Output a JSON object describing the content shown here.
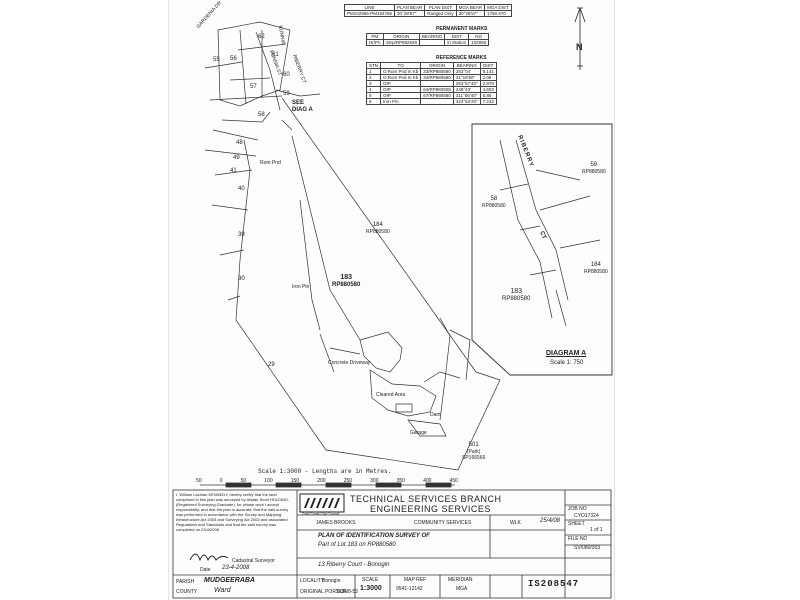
{
  "top_table": {
    "headers": [
      "LINE",
      "PLAN BEAR",
      "PLAN DIST",
      "MGA BEAR",
      "MGA DIST"
    ],
    "rows": [
      [
        "PM102956-PM184786",
        "30°28'57\"",
        "Ranged Only",
        "30°28'57\"",
        "1780.570"
      ]
    ]
  },
  "permanent_marks": {
    "title": "PERMANENT MARKS",
    "headers": [
      "PM",
      "ORIGIN",
      "BEARING",
      "DIST",
      "NO"
    ],
    "rows": [
      [
        "Hr/Pn",
        "43rp/RP882928",
        "",
        "in Station",
        "102956"
      ]
    ]
  },
  "reference_marks": {
    "title": "REFERENCE MARKS",
    "headers": [
      "STN",
      "TO",
      "ORIGIN",
      "BEARING",
      "DIST"
    ],
    "rows": [
      [
        "1",
        "O.Rom Pnd In Kb",
        "33/RP880580",
        "253°04'",
        "9.141"
      ],
      [
        "2",
        "O.Rom Pnd In Kb",
        "34/RP880580",
        "31°18'50\"",
        "2.08"
      ],
      [
        "3",
        "OIP",
        "",
        "253°57'40\"",
        "2.879"
      ],
      [
        "4",
        "OIP",
        "64/RP882928",
        "249°43'",
        "4.603"
      ],
      [
        "5",
        "OIP",
        "67/RP880580",
        "311°06'40\"",
        "6.85"
      ],
      [
        "6",
        "Iron Pin",
        "",
        "324°53'20\"",
        "7.242"
      ]
    ]
  },
  "north_label": "N",
  "map": {
    "roads": [
      "GARDENIA DR",
      "KUNNIA ST",
      "RIBERRY CT",
      "KUNNIA"
    ],
    "lots_left": [
      "62",
      "61",
      "55",
      "56",
      "60",
      "57",
      "58",
      "59",
      "48",
      "49",
      "41",
      "40",
      "39",
      "30",
      "29"
    ],
    "see_diag": [
      "SEE",
      "DIAG A"
    ],
    "lot_184": "184",
    "lot_184_plan": "RP880580",
    "lot_183": "183",
    "lot_183_plan": "RP880580",
    "lot_501": "501",
    "lot_501_sub": "(Park)",
    "lot_501_plan": "SP166566",
    "misc_labels": [
      "Rom Pnd",
      "Iron Pin",
      "Concrete Driveway",
      "Cleared Area",
      "Dam",
      "Garage"
    ]
  },
  "diagram": {
    "road": "RIBERRY",
    "road_ct": "CT",
    "lot_59": "59",
    "lot_59_plan": "RP880580",
    "lot_58": "58",
    "lot_58_plan": "RP880580",
    "lot_184": "184",
    "lot_184_plan": "RP880580",
    "lot_183": "183",
    "lot_183_plan": "RP880580",
    "title": "DIAGRAM A",
    "scale": "Scale 1: 750"
  },
  "scale_bar": {
    "caption": "Scale 1:3000 - Lengths are in Metres.",
    "ticks": [
      "50",
      "0",
      "50",
      "100",
      "150",
      "200",
      "250",
      "300",
      "350",
      "400",
      "450"
    ]
  },
  "title_block": {
    "cert_text": "I, William Lachlan KENNEDY, hereby certify that the land comprised in this plan was surveyed by Alistair Scott HOLDING, (Registered Surveying Graduate), for whose work I accept responsibility, and that the plan is accurate, that the said survey was performed in accordance with the Survey and Mapping Infrastructure Act 2003 and Surveying Act 2003 and associated Regulations and Standards and that the said survey was completed on 23/4/2008",
    "signature_label": "Cadastral Surveyor",
    "date_label": "Date",
    "date_value": "23-4-2008",
    "org_line1": "TECHNICAL SERVICES BRANCH",
    "org_line2": "ENGINEERING SERVICES",
    "org_sub": "Gold Coast City Council",
    "surveyor_name": "JAMES BROOKS",
    "dept": "COMMUNITY SERVICES",
    "initials": "WLK",
    "signed_date": "25/4/08",
    "plan_title": "PLAN OF IDENTIFICATION SURVEY OF",
    "plan_subject": "Part of Lot 183 on RP880580",
    "plan_address": "13 Riberry Court - Bonogin",
    "parish_label": "PARISH",
    "parish": "MUDGEERABA",
    "county_label": "COUNTY",
    "county": "Ward",
    "locality_label": "LOCALITY",
    "locality": "Bonogin",
    "original_portion_label": "ORIGINAL PORTION",
    "original_portion": "SUR 8-53",
    "scale_label": "SCALE",
    "scale": "1:3000",
    "map_ref_label": "MAP REF",
    "map_ref": "9541-12142",
    "meridian_label": "MERIDIAN",
    "meridian": "MGA",
    "job_label": "JOB NO",
    "job": "CYO17324",
    "sheet_label": "SHEET",
    "sheet": "1 of 1",
    "file_label": "FILE NO",
    "file": "SV/080/303",
    "plan_number": "IS208547"
  }
}
